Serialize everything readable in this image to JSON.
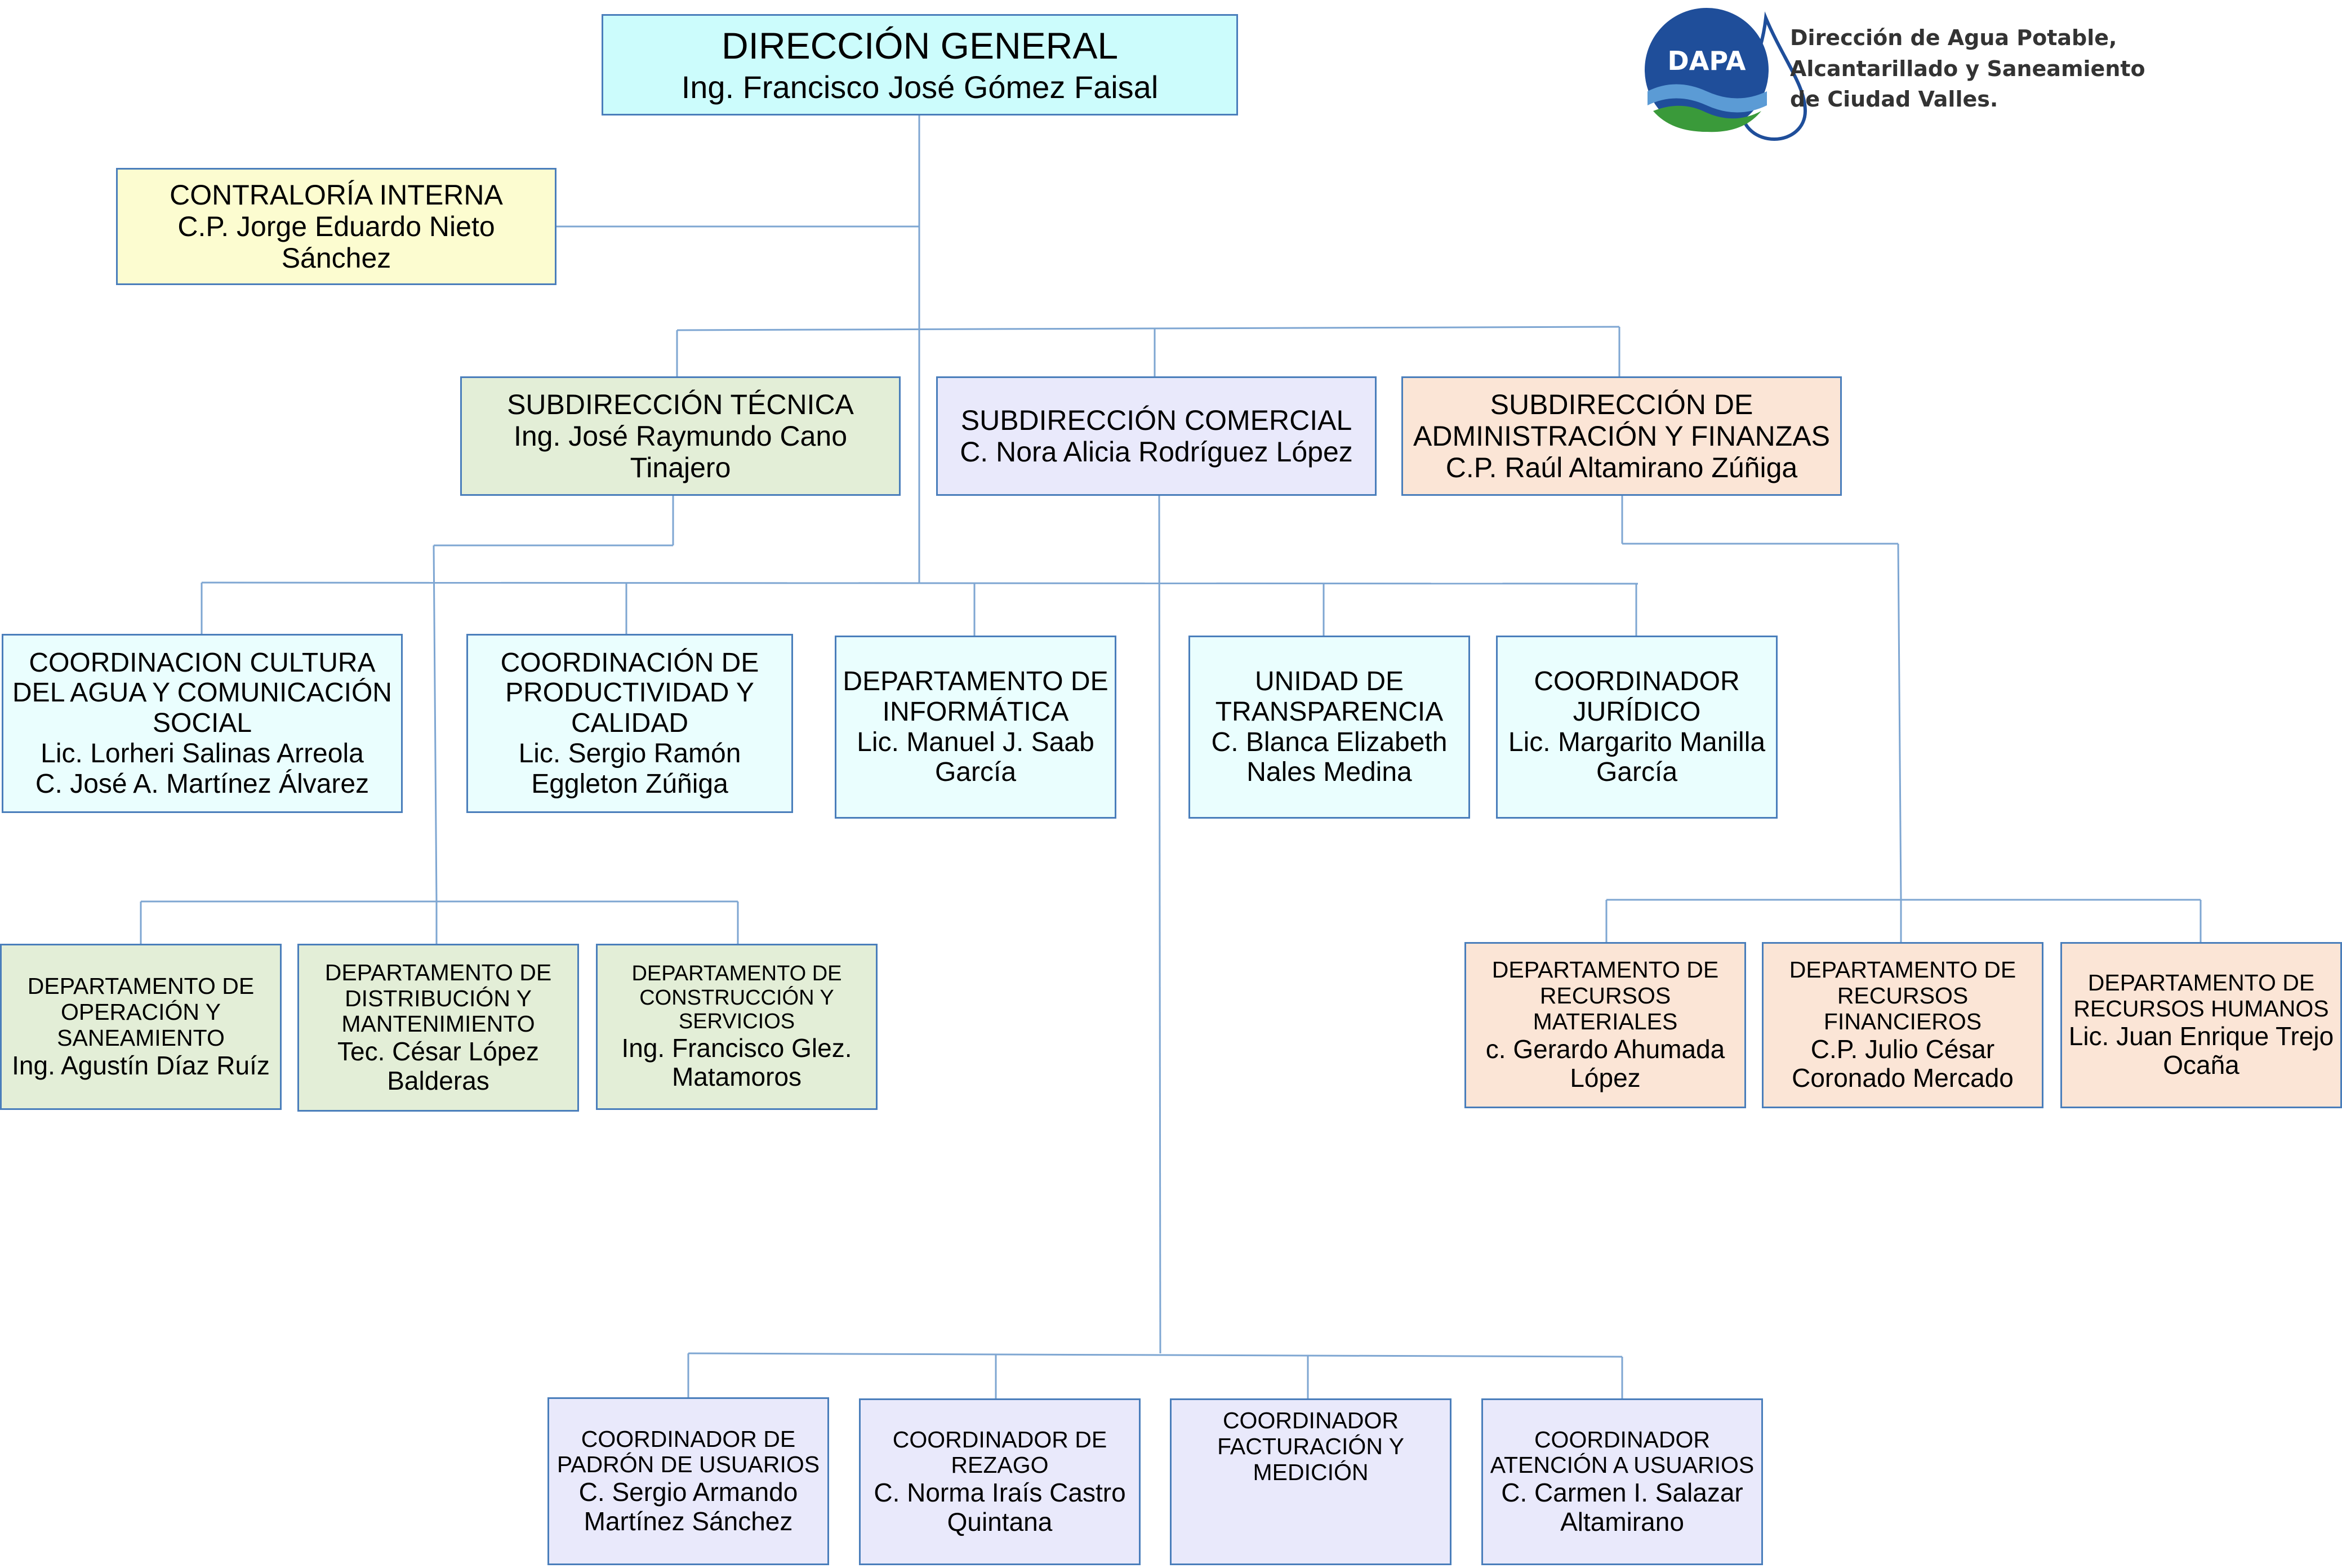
{
  "logo": {
    "label": "DAPA",
    "lines": [
      "Dirección de Agua Potable,",
      "Alcantarillado y Saneamiento",
      "de Ciudad Valles."
    ],
    "colors": {
      "blue": "#1f4e9a",
      "wave_light": "#5b9bd5",
      "green": "#3a9a3a"
    }
  },
  "colors": {
    "connector": "#7ea6d2",
    "border": "#4a7ebb",
    "direccion": "#ccfcfc",
    "contraloria": "#fcfcd0",
    "tecnica": "#e3eed7",
    "comercial": "#e9e9fb",
    "administracion": "#fbe5d6",
    "coordinaciones": "#eafefe"
  },
  "org": {
    "direccion_general": {
      "title": "DIRECCIÓN GENERAL",
      "name": "Ing. Francisco José Gómez Faisal"
    },
    "contraloria": {
      "title": "CONTRALORÍA INTERNA",
      "name": "C.P. Jorge Eduardo Nieto Sánchez"
    },
    "sub_tecnica": {
      "title": "SUBDIRECCIÓN TÉCNICA",
      "name": "Ing. José Raymundo Cano Tinajero"
    },
    "sub_comercial": {
      "title": "SUBDIRECCIÓN COMERCIAL",
      "name": "C. Nora Alicia Rodríguez López"
    },
    "sub_admin": {
      "title": "SUBDIRECCIÓN DE ADMINISTRACIÓN Y FINANZAS",
      "name": "C.P. Raúl Altamirano Zúñiga"
    },
    "coord_cultura": {
      "title": "COORDINACION CULTURA DEL AGUA Y COMUNICACIÓN SOCIAL",
      "names": [
        "Lic. Lorheri Salinas Arreola",
        "C. José A. Martínez Álvarez"
      ]
    },
    "coord_productividad": {
      "title": "COORDINACIÓN DE PRODUCTIVIDAD Y CALIDAD",
      "name": "Lic. Sergio Ramón Eggleton Zúñiga"
    },
    "depto_informatica": {
      "title": "DEPARTAMENTO DE INFORMÁTICA",
      "name": "Lic. Manuel J. Saab García"
    },
    "unidad_transparencia": {
      "title": "UNIDAD DE TRANSPARENCIA",
      "name": "C. Blanca Elizabeth Nales Medina"
    },
    "coord_juridico": {
      "title": "COORDINADOR JURÍDICO",
      "name": "Lic. Margarito Manilla García"
    },
    "depto_operacion": {
      "title": "DEPARTAMENTO DE OPERACIÓN Y SANEAMIENTO",
      "name": "Ing. Agustín Díaz Ruíz"
    },
    "depto_distribucion": {
      "title": "DEPARTAMENTO DE DISTRIBUCIÓN Y MANTENIMIENTO",
      "name": "Tec. César López Balderas"
    },
    "depto_construccion": {
      "title": "DEPARTAMENTO DE CONSTRUCCIÓN Y SERVICIOS",
      "name": "Ing. Francisco Glez. Matamoros"
    },
    "depto_materiales": {
      "title": "DEPARTAMENTO DE RECURSOS MATERIALES",
      "name": "c. Gerardo Ahumada López"
    },
    "depto_financieros": {
      "title": "DEPARTAMENTO DE RECURSOS FINANCIEROS",
      "name": "C.P. Julio César Coronado Mercado"
    },
    "depto_humanos": {
      "title": "DEPARTAMENTO DE RECURSOS HUMANOS",
      "name": "Lic. Juan Enrique Trejo Ocaña"
    },
    "coord_padron": {
      "title": "COORDINADOR DE PADRÓN DE USUARIOS",
      "name": "C. Sergio Armando Martínez Sánchez"
    },
    "coord_rezago": {
      "title": "COORDINADOR DE REZAGO",
      "name": "C. Norma Iraís Castro Quintana"
    },
    "coord_facturacion": {
      "title": "COORDINADOR FACTURACIÓN Y MEDICIÓN"
    },
    "coord_atencion": {
      "title": "COORDINADOR ATENCIÓN A USUARIOS",
      "name": "C. Carmen I. Salazar Altamirano"
    }
  }
}
